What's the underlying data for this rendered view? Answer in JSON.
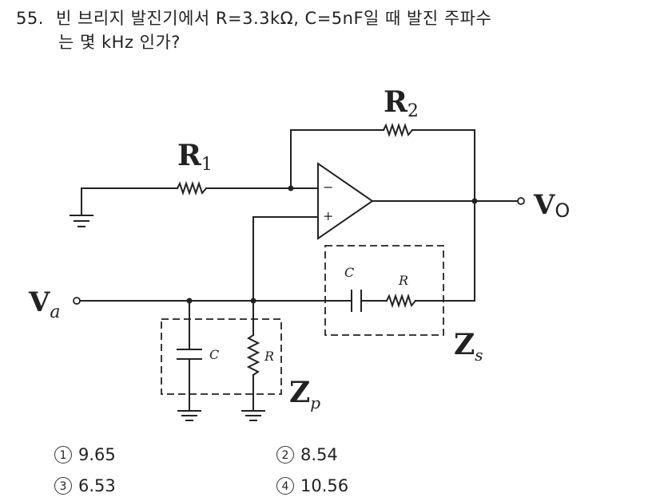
{
  "question": {
    "number": "55.",
    "line1": "빈 브리지 발진기에서 R=3.3kΩ, C=5nF일 때 발진 주파수",
    "line2": "는 몇 kHz 인가?"
  },
  "circuit": {
    "labels": {
      "r1": "R",
      "r1_sub": "1",
      "r2": "R",
      "r2_sub": "2",
      "vo": "V",
      "vo_sub": "O",
      "va": "V",
      "va_sub": "a",
      "zs": "Z",
      "zs_sub": "s",
      "zp": "Z",
      "zp_sub": "p",
      "cs": "C",
      "rs": "R",
      "cp": "C",
      "rp": "R",
      "minus": "−",
      "plus": "+"
    }
  },
  "options": [
    {
      "mark": "1",
      "value": "9.65"
    },
    {
      "mark": "2",
      "value": "8.54"
    },
    {
      "mark": "3",
      "value": "6.53"
    },
    {
      "mark": "4",
      "value": "10.56"
    }
  ]
}
